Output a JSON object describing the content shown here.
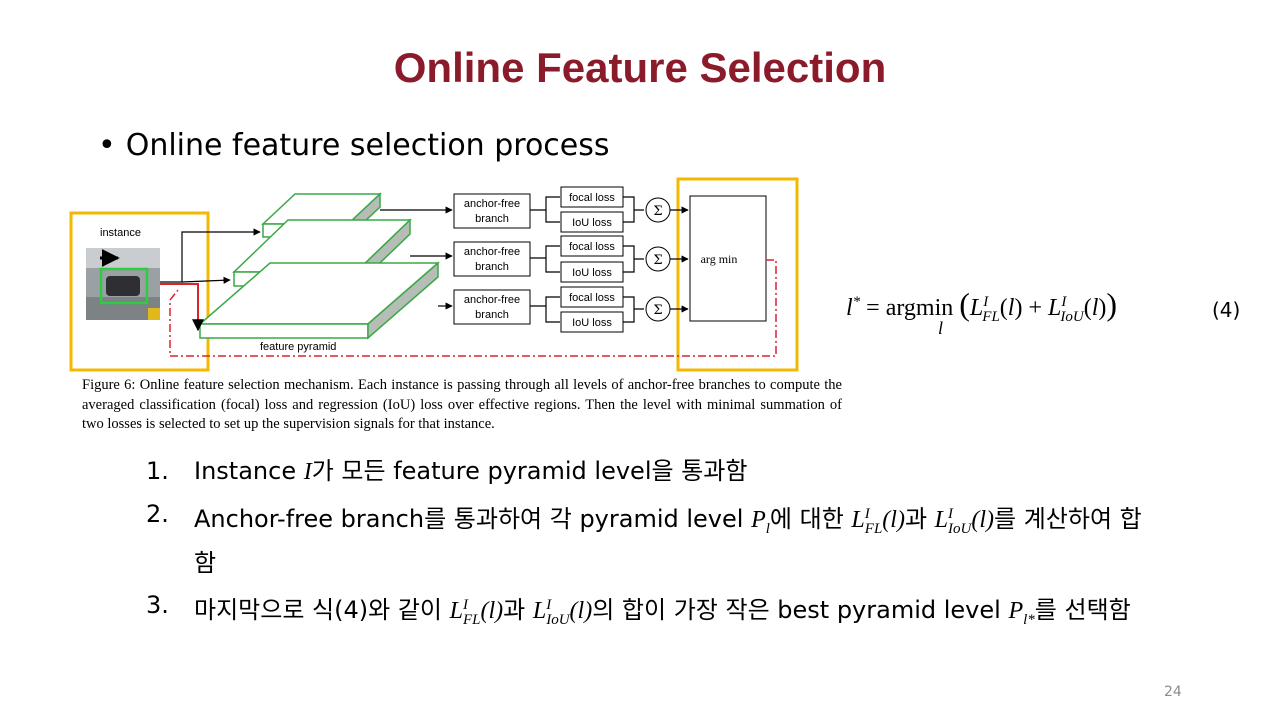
{
  "slide": {
    "title": "Online Feature Selection",
    "bullet": "Online feature selection process",
    "page_number": "24"
  },
  "figure": {
    "instance_label": "instance",
    "branch_label": "anchor-free branch",
    "branch_line1": "anchor-free",
    "branch_line2": "branch",
    "focal_loss": "focal loss",
    "iou_loss": "IoU loss",
    "sum_symbol": "Σ",
    "argmin_label": "arg min",
    "pyramid_label": "feature pyramid",
    "caption": "Figure 6: Online feature selection mechanism. Each instance is passing through all levels of anchor-free branches to compute the averaged classification (focal) loss and regression (IoU) loss over effective regions. Then the level with minimal summation of two losses is selected to set up the supervision signals for that instance.",
    "colors": {
      "pyramid_green": "#3aa845",
      "highlight_yellow": "#f5b800",
      "red_dashed": "#d9252a"
    }
  },
  "equation": {
    "text": "l* = argmin_l ( L^I_FL(l) + L^I_IoU(l) )",
    "number": "(4)"
  },
  "steps": [
    {
      "num": "1.",
      "text_a": "Instance ",
      "text_b": "가 모든 feature pyramid level을 통과함"
    },
    {
      "num": "2.",
      "text_a": "Anchor-free branch를 통과하여 각 pyramid level ",
      "text_b": "에 대한 ",
      "text_c": "과 ",
      "text_d": "를 계산하여 합함"
    },
    {
      "num": "3.",
      "text_a": "마지막으로 식(4)와 같이  ",
      "text_b": "과 ",
      "text_c": "의 합이 가장 작은 best pyramid level ",
      "text_d": "를 선택함"
    }
  ]
}
